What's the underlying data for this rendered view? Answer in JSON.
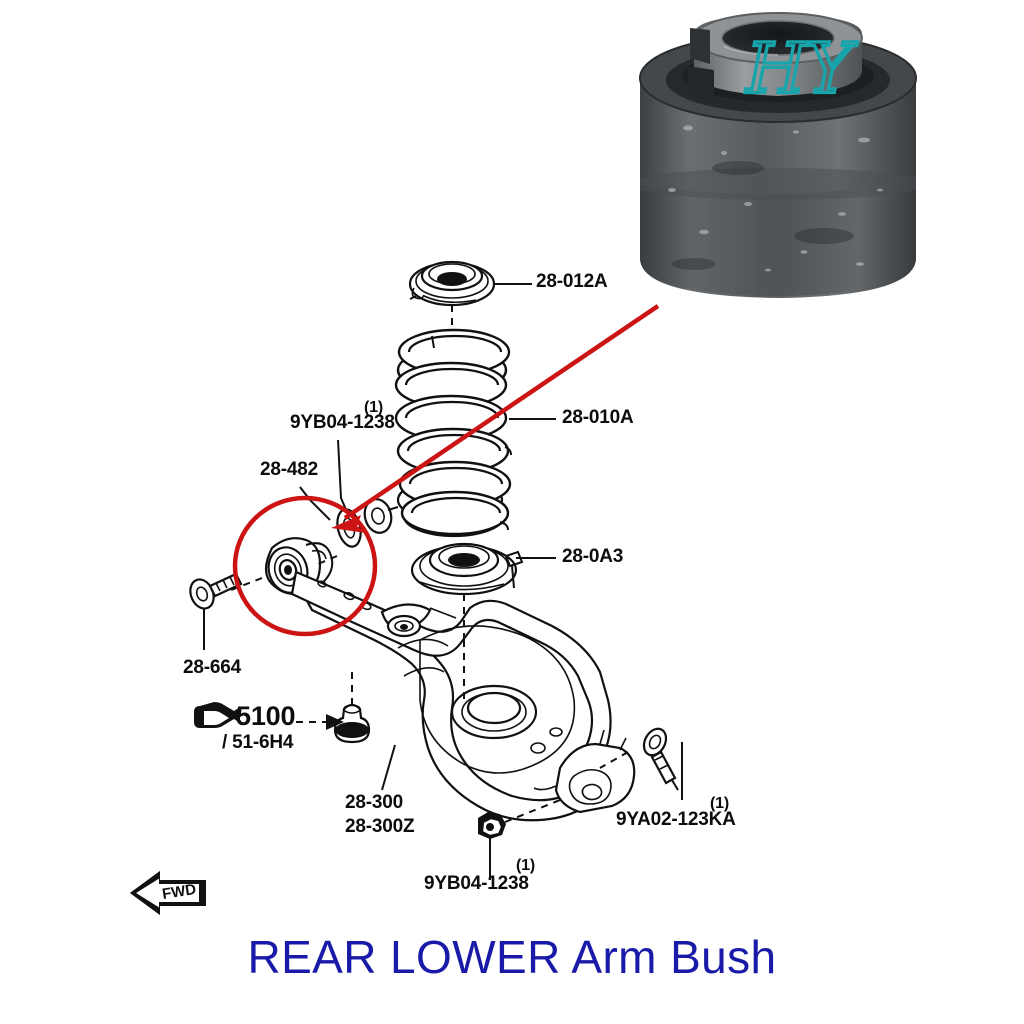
{
  "document": {
    "type": "parts-diagram",
    "title": "REAR LOWER Arm Bush",
    "title_color": "#1a1aa8",
    "background": "#ffffff",
    "highlight_color": "#cc1414",
    "watermark": "HY",
    "watermark_color": "#1aa3a8",
    "orientation_marker": "FWD"
  },
  "photo": {
    "alt_name": "rear-lower-arm-bush-photo",
    "description": "Cylindrical rubber and steel suspension bush, photographed upright",
    "watermark": "HY"
  },
  "callouts": {
    "spring_seat_upper": {
      "part_number": "28-012A",
      "qty": ""
    },
    "bolt_9yb04_upper": {
      "part_number": "9YB04-1238",
      "qty": "(1)"
    },
    "bush_28_482": {
      "part_number": "28-482",
      "qty": ""
    },
    "coil_spring": {
      "part_number": "28-010A",
      "qty": ""
    },
    "spring_seat_lower": {
      "part_number": "28-0A3",
      "qty": ""
    },
    "bolt_28_664": {
      "part_number": "28-664",
      "qty": ""
    },
    "torque_ref": {
      "value": "5100",
      "sub": "/ 51-6H4",
      "icon": "pointing-hand-icon"
    },
    "lower_arm": {
      "part_number": "28-300",
      "part_number_alt": "28-300Z"
    },
    "bolt_9ya02": {
      "part_number": "9YA02-123KA",
      "qty": "(1)"
    },
    "bolt_9yb04_lower": {
      "part_number": "9YB04-1238",
      "qty": "(1)"
    }
  },
  "labels": {
    "fwd": "FWD"
  }
}
